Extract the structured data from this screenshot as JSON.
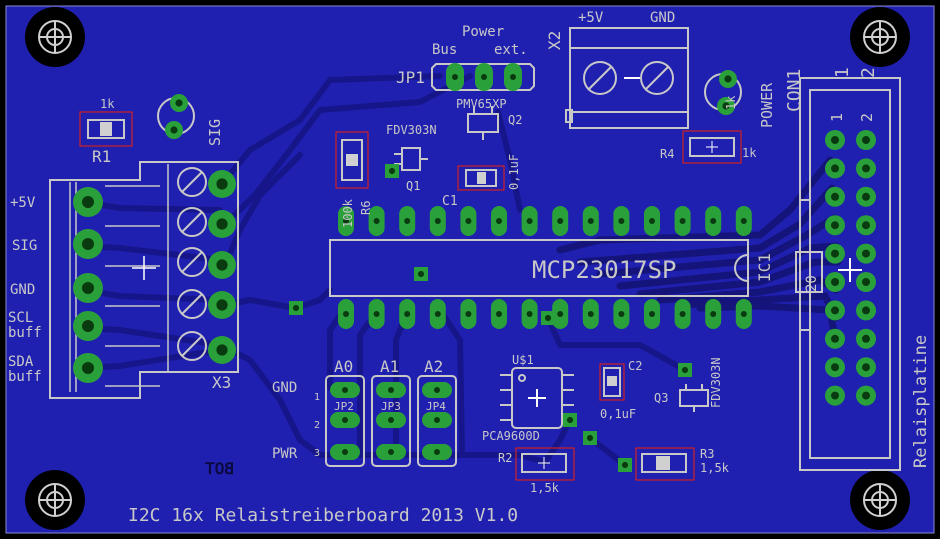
{
  "board": {
    "title": "I2C 16x Relaistreiberboard 2013 V1.0",
    "bottom_marker": "BOT",
    "colors": {
      "board": "#2020b0",
      "silk": "#c8c8c8",
      "trace": "#16168a",
      "pad": "#2aa03a",
      "pad_hole": "#0a3a10",
      "keepout": "#d02020",
      "background": "#000000"
    }
  },
  "components": {
    "ic1": {
      "part": "MCP23017SP",
      "ref": "IC1",
      "cap": "C1",
      "res": "R6",
      "res_value": "100k"
    },
    "con1": {
      "ref": "CON1",
      "pin1": "1",
      "pin2": "2",
      "pin20": "20",
      "label": "Relaisplatine"
    },
    "x3": {
      "ref": "X3",
      "labels": [
        "+5V",
        "SIG",
        "GND",
        "SCL\nbuff",
        "SDA\nbuff"
      ]
    },
    "x2": {
      "ref": "X2",
      "plus": "+5V",
      "gnd": "GND"
    },
    "jp1": {
      "ref": "JP1",
      "title": "Power",
      "opt_a": "Bus",
      "opt_b": "ext."
    },
    "q1": {
      "ref": "Q1",
      "part": "FDV303N"
    },
    "q2": {
      "ref": "Q2",
      "part": "PMV65XP"
    },
    "q3": {
      "ref": "Q3",
      "part": "FDV303N"
    },
    "r1": {
      "ref": "R1",
      "value": "1k"
    },
    "r2": {
      "ref": "R2",
      "value": "1,5k"
    },
    "r3": {
      "ref": "R3",
      "value": "1,5k"
    },
    "r4": {
      "ref": "R4",
      "value": "1k"
    },
    "c2": {
      "ref": "C2",
      "value": "0,1uF"
    },
    "c_q2": {
      "value": "0,1uF"
    },
    "u1": {
      "ref": "U$1",
      "part": "PCA9600D"
    },
    "led_sig": {
      "ref": "SIG"
    },
    "led_power": {
      "ref": "POWER",
      "value": "1k"
    },
    "addr_jumpers": {
      "cols": [
        "A0",
        "A1",
        "A2"
      ],
      "refs": [
        "JP2",
        "JP3",
        "JP4"
      ],
      "gnd": "GND",
      "pwr": "PWR",
      "pin_nums": [
        "1",
        "2",
        "3"
      ]
    }
  }
}
